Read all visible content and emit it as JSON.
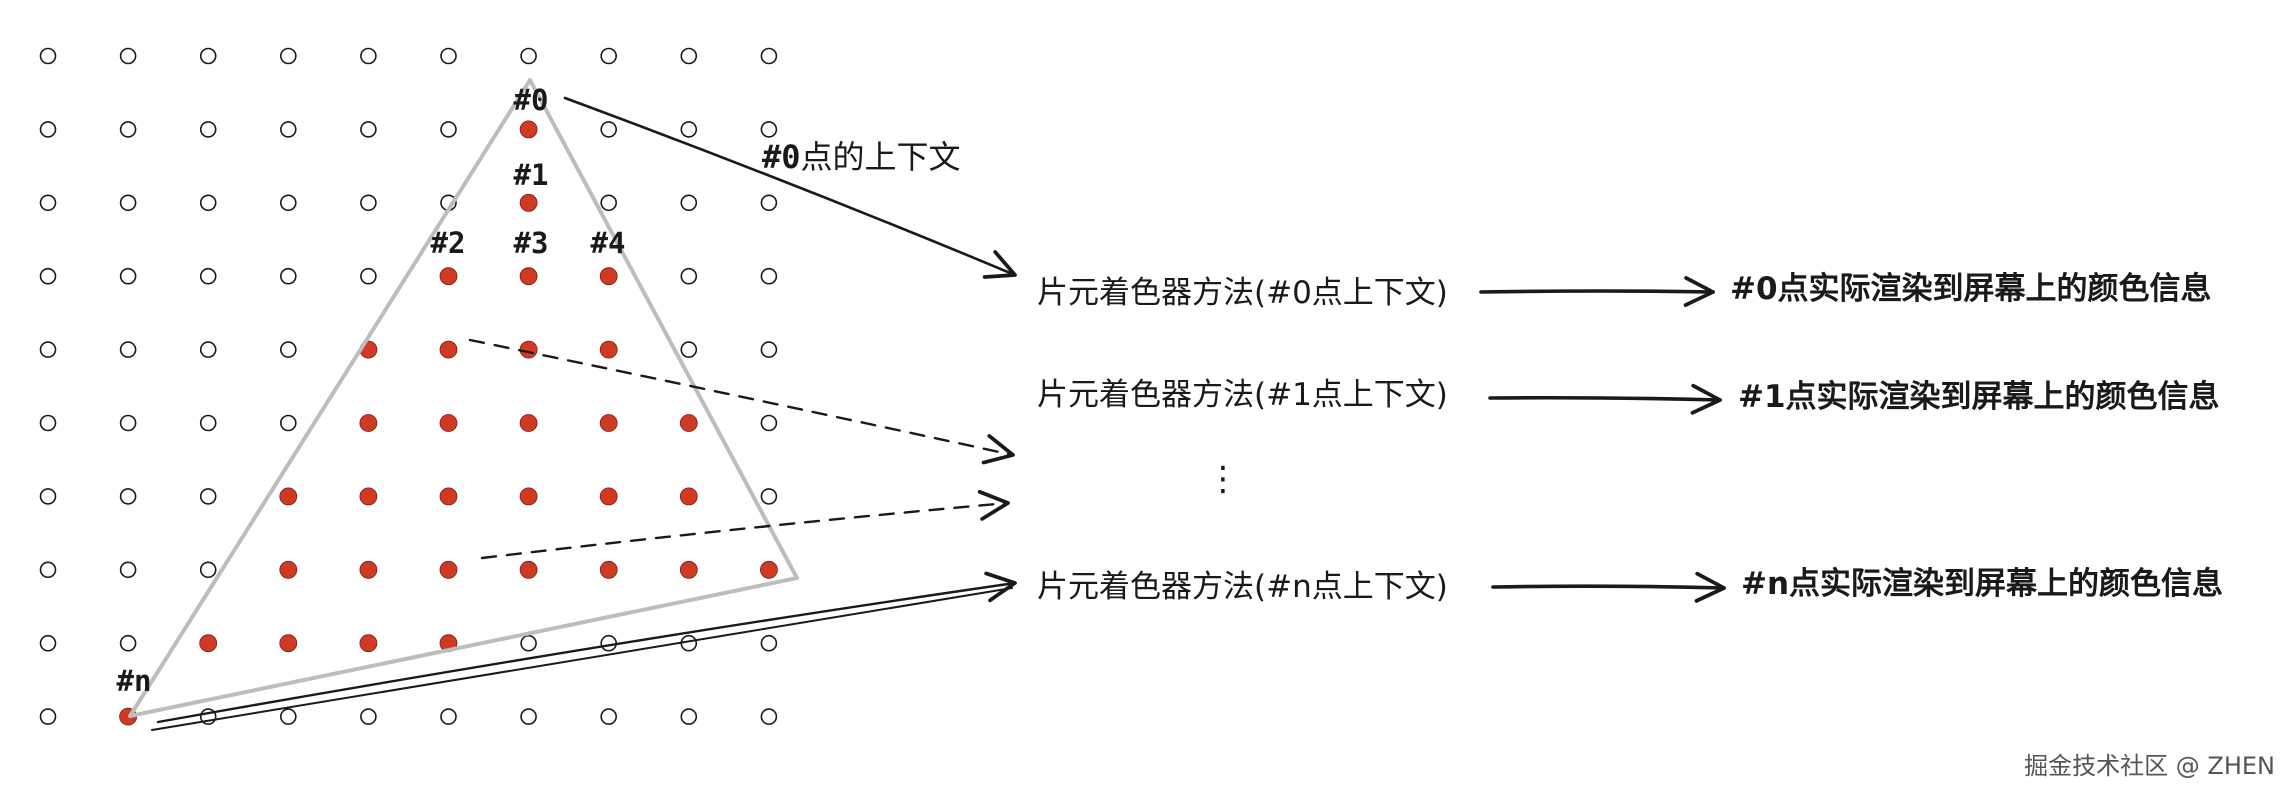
{
  "grid": {
    "cols": 10,
    "rows": 10,
    "filled": [
      [
        6,
        1
      ],
      [
        6,
        2
      ],
      [
        5,
        3
      ],
      [
        6,
        3
      ],
      [
        7,
        3
      ],
      [
        4,
        4
      ],
      [
        5,
        4
      ],
      [
        6,
        4
      ],
      [
        7,
        4
      ],
      [
        4,
        5
      ],
      [
        5,
        5
      ],
      [
        6,
        5
      ],
      [
        7,
        5
      ],
      [
        8,
        5
      ],
      [
        3,
        6
      ],
      [
        4,
        6
      ],
      [
        5,
        6
      ],
      [
        6,
        6
      ],
      [
        7,
        6
      ],
      [
        8,
        6
      ],
      [
        3,
        7
      ],
      [
        4,
        7
      ],
      [
        5,
        7
      ],
      [
        6,
        7
      ],
      [
        7,
        7
      ],
      [
        8,
        7
      ],
      [
        9,
        7
      ],
      [
        2,
        8
      ],
      [
        3,
        8
      ],
      [
        4,
        8
      ],
      [
        5,
        8
      ],
      [
        1,
        9
      ]
    ],
    "colors": {
      "filled": "#d03a24",
      "empty_stroke": "#1a1a1a",
      "triangle": "#bdbdbd",
      "ink": "#1a1a1a"
    }
  },
  "point_labels": {
    "p0": "#0",
    "p1": "#1",
    "p2": "#2",
    "p3": "#3",
    "p4": "#4",
    "pn": "#n"
  },
  "context_label": {
    "prefix": "#0",
    "suffix": "点的上下文"
  },
  "rows": [
    {
      "shader": "片元着色器方法(#0点上下文)",
      "result_id": "#0",
      "result_text": "点实际渲染到屏幕上的颜色信息"
    },
    {
      "shader": "片元着色器方法(#1点上下文)",
      "result_id": "#1",
      "result_text": "点实际渲染到屏幕上的颜色信息"
    },
    {
      "shader": "片元着色器方法(#n点上下文)",
      "result_id": "#n",
      "result_text": "点实际渲染到屏幕上的颜色信息"
    }
  ],
  "ellipsis": "⋮",
  "watermark": "掘金技术社区 @ ZHEN"
}
